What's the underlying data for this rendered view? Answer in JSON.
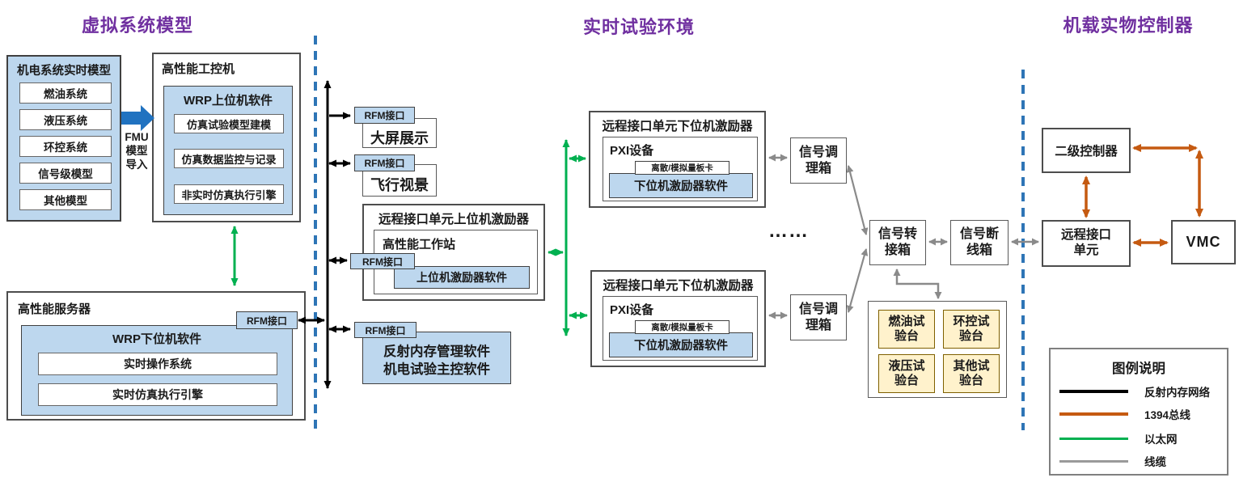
{
  "headers": {
    "left": "虚拟系统模型",
    "middle": "实时试验环境",
    "right": "机载实物控制器"
  },
  "labels": {
    "rfm": "RFM接口",
    "dots": "……",
    "fmu": [
      "FMU",
      "模型",
      "导入"
    ]
  },
  "em_model": {
    "title": "机电系统实时模型",
    "items": [
      "燃油系统",
      "液压系统",
      "环控系统",
      "信号级模型",
      "其他模型"
    ]
  },
  "ipc": {
    "title": "高性能工控机",
    "wrp_title": "WRP上位机软件",
    "items": [
      "仿真试验模型建模",
      "仿真数据监控与记录",
      "非实时仿真执行引擎"
    ]
  },
  "server": {
    "title": "高性能服务器",
    "wrp_title": "WRP下位机软件",
    "items": [
      "实时操作系统",
      "实时仿真执行引擎"
    ]
  },
  "display_wall": "大屏展示",
  "flight_view": "飞行视景",
  "upper_exciter": {
    "title": "远程接口单元上位机激励器",
    "workstation": "高性能工作站",
    "software": "上位机激励器软件"
  },
  "memory_software": {
    "line1": "反射内存管理软件",
    "line2": "机电试验主控软件"
  },
  "lower_exciter": {
    "title": "远程接口单元下位机激励器",
    "device": "PXI设备",
    "card": "离散/模拟量板卡",
    "software": "下位机激励器软件"
  },
  "signal": {
    "conditioning": "信号调理箱",
    "transfer": "信号转接箱",
    "breakout": "信号断线箱"
  },
  "benches": [
    "燃油试验台",
    "环控试验台",
    "液压试验台",
    "其他试验台"
  ],
  "onboard": {
    "secondary": "二级控制器",
    "riu": "远程接口单元",
    "vmc": "VMC"
  },
  "legend": {
    "title": "图例说明",
    "items": [
      {
        "label": "反射内存网络",
        "color": "#000000"
      },
      {
        "label": "1394总线",
        "color": "#C55A11"
      },
      {
        "label": "以太网",
        "color": "#00B050"
      },
      {
        "label": "线缆",
        "color": "#9A9A9A"
      }
    ]
  },
  "colors": {
    "header": "#7030A0",
    "box_fill": "#BDD7EE",
    "bench_fill": "#FFF2CC",
    "ethernet": "#00B050",
    "bus1394": "#C55A11",
    "rfm_network": "#000000",
    "cable": "#9A9A9A",
    "dashed_divider": "#2E75B6",
    "fmu_arrow": "#2072C0"
  }
}
